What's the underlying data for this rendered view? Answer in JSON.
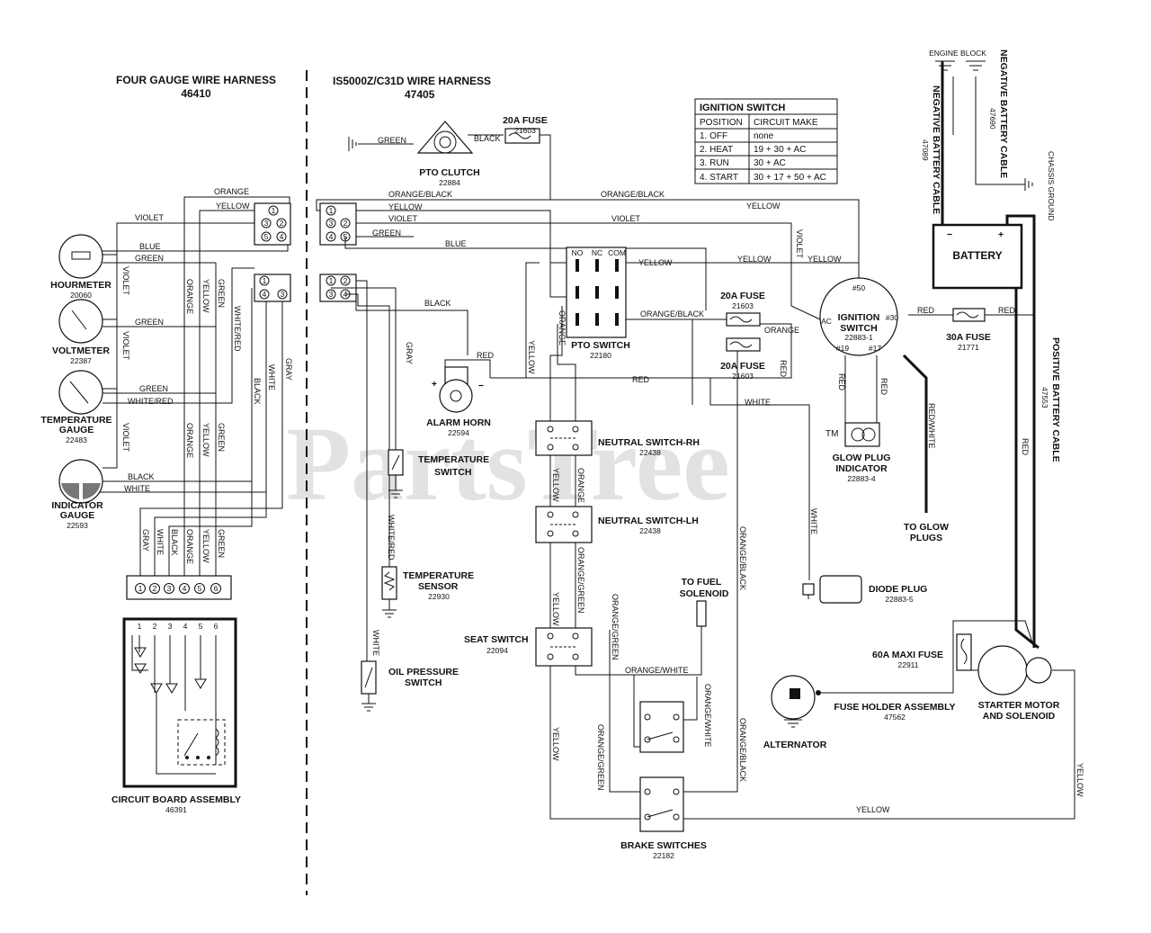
{
  "watermark": "PartsTree",
  "watermark_tm": "TM",
  "left_harness": {
    "title": "FOUR GAUGE WIRE HARNESS",
    "part": "46410"
  },
  "main_harness": {
    "title": "IS5000Z/C31D  WIRE HARNESS",
    "part": "47405"
  },
  "ignition_table": {
    "title": "IGNITION SWITCH",
    "col1": "POSITION",
    "col2": "CIRCUIT MAKE",
    "rows": [
      [
        "1. OFF",
        "none"
      ],
      [
        "2. HEAT",
        "19 + 30 + AC"
      ],
      [
        "3. RUN",
        "30 + AC"
      ],
      [
        "4. START",
        "30 + 17 + 50 + AC"
      ]
    ]
  },
  "components": {
    "hourmeter": {
      "name": "HOURMETER",
      "part": "20060"
    },
    "voltmeter": {
      "name": "VOLTMETER",
      "part": "22387"
    },
    "temp_gauge": {
      "name1": "TEMPERATURE",
      "name2": "GAUGE",
      "part": "22483"
    },
    "indicator_gauge": {
      "name1": "INDICATOR",
      "name2": "GAUGE",
      "part": "22593"
    },
    "circuit_board": {
      "name": "CIRCUIT BOARD ASSEMBLY",
      "part": "46391"
    },
    "pto_clutch": {
      "name": "PTO CLUTCH",
      "part": "22884"
    },
    "fuse20_top": {
      "name": "20A FUSE",
      "part": "21603"
    },
    "pto_switch": {
      "name": "PTO SWITCH",
      "part": "22180"
    },
    "fuse20_a": {
      "name": "20A FUSE",
      "part": "21603"
    },
    "fuse20_b": {
      "name": "20A FUSE",
      "part": "21603"
    },
    "alarm_horn": {
      "name": "ALARM HORN",
      "part": "22594"
    },
    "temp_switch": {
      "name1": "TEMPERATURE",
      "name2": "SWITCH"
    },
    "temp_sensor": {
      "name1": "TEMPERATURE",
      "name2": "SENSOR",
      "part": "22930"
    },
    "oil_switch": {
      "name1": "OIL PRESSURE",
      "name2": "SWITCH"
    },
    "neutral_rh": {
      "name": "NEUTRAL SWITCH-RH",
      "part": "22438"
    },
    "neutral_lh": {
      "name": "NEUTRAL SWITCH-LH",
      "part": "22438"
    },
    "seat_switch": {
      "name": "SEAT SWITCH",
      "part": "22094"
    },
    "fuel_solenoid": {
      "name1": "TO FUEL",
      "name2": "SOLENOID"
    },
    "brake_switches": {
      "name": "BRAKE SWITCHES",
      "part": "22182"
    },
    "ignition": {
      "name1": "IGNITION",
      "name2": "SWITCH",
      "part": "22883-1"
    },
    "glow_indicator": {
      "name1": "GLOW PLUG",
      "name2": "INDICATOR",
      "part": "22883-4"
    },
    "to_glow": {
      "name1": "TO GLOW",
      "name2": "PLUGS"
    },
    "fuse30": {
      "name": "30A FUSE",
      "part": "21771"
    },
    "battery": {
      "name": "BATTERY",
      "plus": "+",
      "minus": "−"
    },
    "diode_plug": {
      "name": "DIODE PLUG",
      "part": "22883-5"
    },
    "maxi_fuse": {
      "name": "60A MAXI FUSE",
      "part": "22911"
    },
    "fuse_holder": {
      "name": "FUSE HOLDER ASSEMBLY",
      "part": "47562"
    },
    "alternator": {
      "name": "ALTERNATOR"
    },
    "starter": {
      "name1": "STARTER MOTOR",
      "name2": "AND SOLENOID"
    },
    "engine_block": "ENGINE BLOCK",
    "chassis_ground": "CHASSIS GROUND",
    "neg_cable1": {
      "name": "NEGATIVE BATTERY CABLE",
      "part": "47089"
    },
    "neg_cable2": {
      "name": "NEGATIVE BATTERY CABLE",
      "part": "47690"
    },
    "pos_cable": {
      "name": "POSITIVE BATTERY CABLE",
      "part": "47553"
    }
  },
  "terminals": {
    "t50": "#50",
    "t30": "#30",
    "tac": "AC",
    "t19": "#19",
    "t17": "#17",
    "no": "NO",
    "nc": "NC",
    "com": "COM",
    "plus": "+",
    "minus": "−"
  },
  "pins": [
    "1",
    "2",
    "3",
    "4",
    "5",
    "6"
  ],
  "wires": {
    "orange": "ORANGE",
    "yellow": "YELLOW",
    "violet": "VIOLET",
    "blue": "BLUE",
    "green": "GREEN",
    "white": "WHITE",
    "black": "BLACK",
    "gray": "GRAY",
    "red": "RED",
    "white_red": "WHITE/RED",
    "orange_black": "ORANGE/BLACK",
    "orange_green": "ORANGE/GREEN",
    "orange_white": "ORANGE/WHITE",
    "red_white": "RED/WHITE"
  }
}
